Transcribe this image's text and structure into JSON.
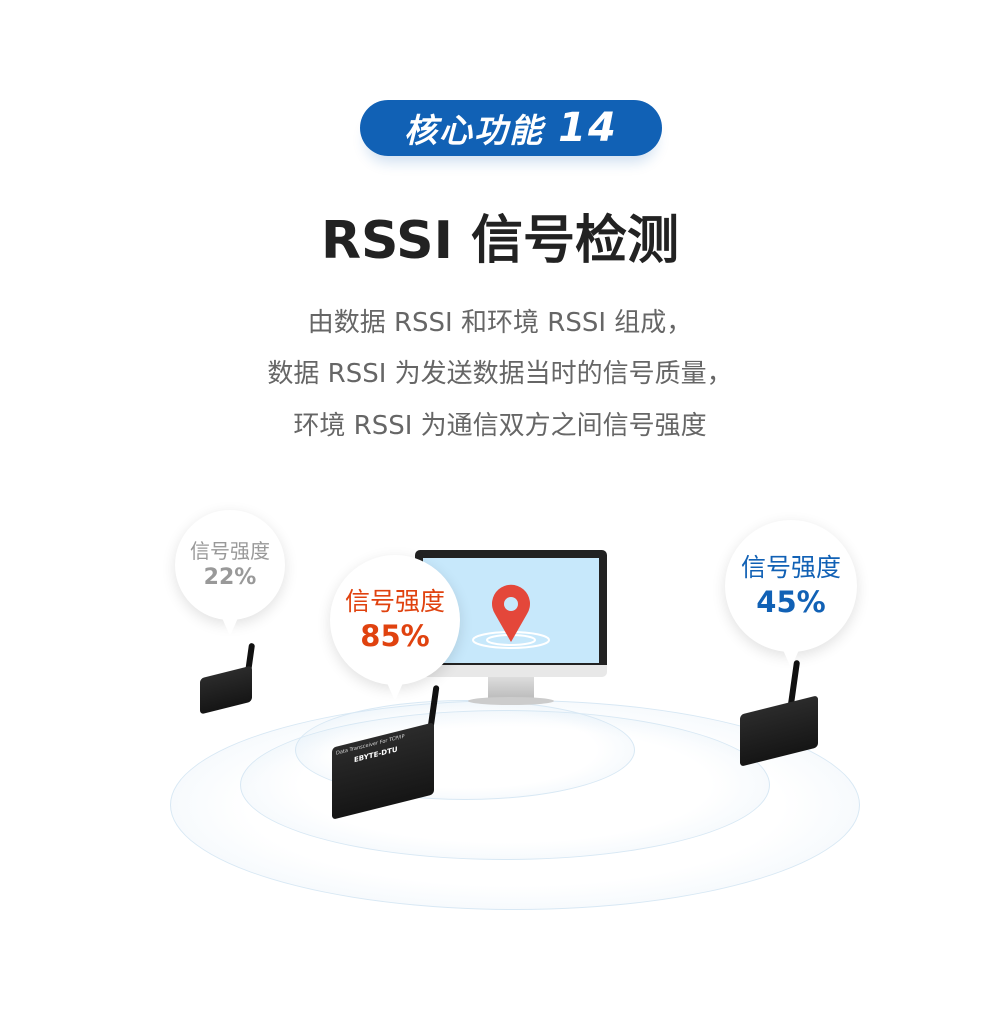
{
  "badge": {
    "label": "核心功能",
    "number": "14",
    "color": "#1161b5"
  },
  "title": "RSSI 信号检测",
  "description": [
    "由数据 RSSI 和环境 RSSI 组成，",
    "数据 RSSI 为发送数据当时的信号质量，",
    "环境 RSSI 为通信双方之间信号强度"
  ],
  "bubbles": [
    {
      "label": "信号强度",
      "value": "22%",
      "color": "#999999"
    },
    {
      "label": "信号强度",
      "value": "85%",
      "color": "#e0420f"
    },
    {
      "label": "信号强度",
      "value": "45%",
      "color": "#1161b5"
    }
  ],
  "monitor": {
    "icon": "map-pin-icon",
    "pin_color": "#e4473a",
    "screen_color": "#c7e8fb"
  },
  "devices": {
    "label": "Data Transceiver For TCP/IP",
    "brand": "EBYTE-DTU"
  }
}
